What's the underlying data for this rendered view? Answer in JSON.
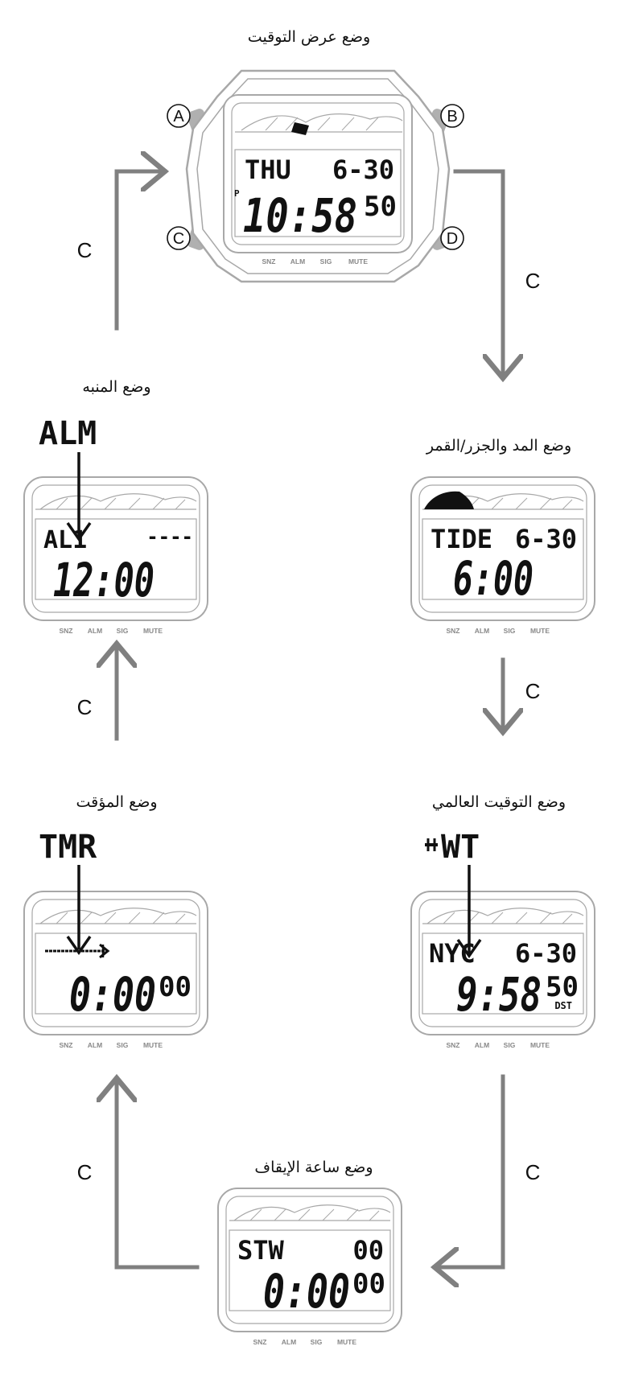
{
  "mode_labels": {
    "timekeeping": "وضع عرض التوقيت",
    "tide_moon": "وضع المد والجزر/القمر",
    "world_time": "وضع التوقيت العالمي",
    "stopwatch": "وضع ساعة الإيقاف",
    "timer": "وضع المؤقت",
    "alarm": "وضع المنبه"
  },
  "buttons": {
    "a": "A",
    "b": "B",
    "c": "C",
    "d": "D"
  },
  "c_label": "C",
  "footer": {
    "snz": "SNZ",
    "alm": "ALM",
    "sig": "SIG",
    "mute": "MUTE"
  },
  "callouts": {
    "alarm": "ALM",
    "timer": "TMR",
    "world_time": "WT"
  },
  "displays": {
    "timekeeping": {
      "top": "THU",
      "date": "6-30",
      "pm": "P",
      "main": "10:58",
      "seconds": "50"
    },
    "tide_moon": {
      "top": "TIDE",
      "date": "6-30",
      "main": "6:00"
    },
    "world_time": {
      "top": "NYC",
      "date": "6-30",
      "main": "9:58",
      "seconds": "50",
      "dst": "DST"
    },
    "stopwatch": {
      "top": "STW",
      "date": "00",
      "main": "0:00",
      "seconds": "00"
    },
    "timer": {
      "main": "0:00",
      "seconds": "00"
    },
    "alarm": {
      "top": "AL1",
      "date": "----",
      "main": "12:00"
    }
  },
  "colors": {
    "arrow": "#808080",
    "outline": "#a8a8a8",
    "ink": "#111111"
  }
}
